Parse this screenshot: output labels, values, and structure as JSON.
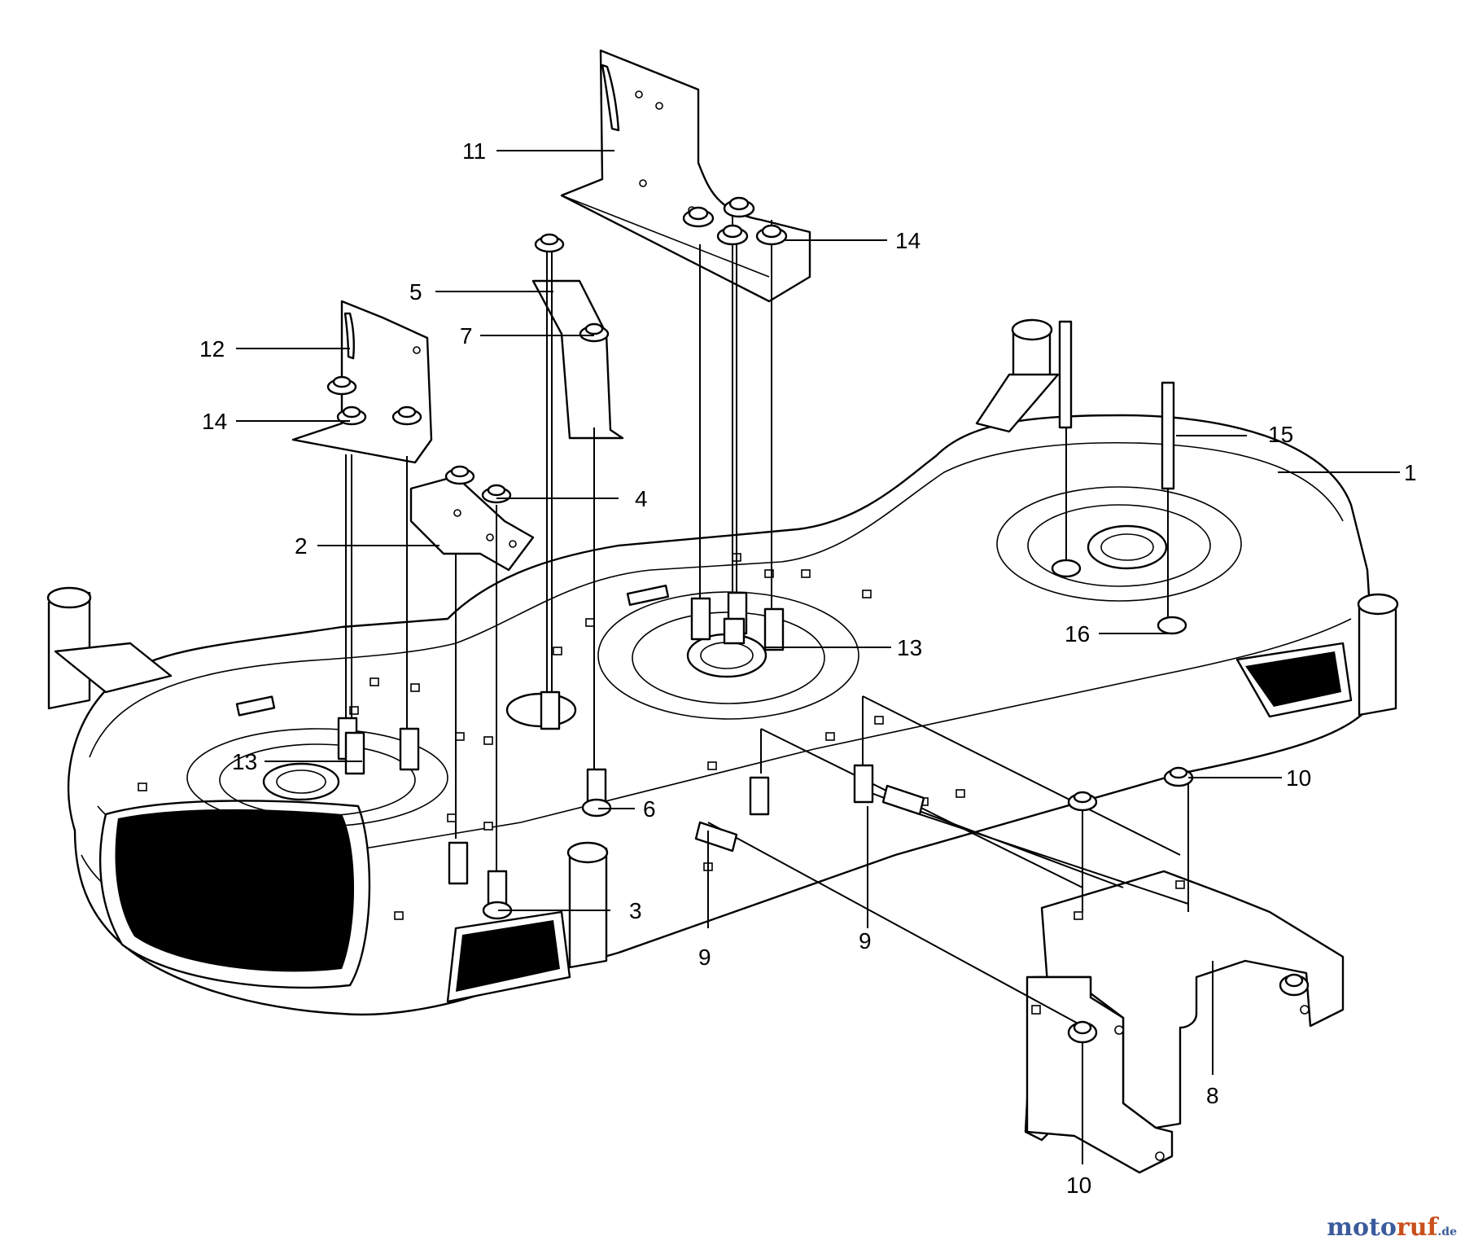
{
  "diagram": {
    "callouts": [
      {
        "id": "c11",
        "text": "11"
      },
      {
        "id": "c14a",
        "text": "14"
      },
      {
        "id": "c5",
        "text": "5"
      },
      {
        "id": "c7",
        "text": "7"
      },
      {
        "id": "c12",
        "text": "12"
      },
      {
        "id": "c14b",
        "text": "14"
      },
      {
        "id": "c15",
        "text": "15"
      },
      {
        "id": "c1",
        "text": "1"
      },
      {
        "id": "c4",
        "text": "4"
      },
      {
        "id": "c2",
        "text": "2"
      },
      {
        "id": "c16",
        "text": "16"
      },
      {
        "id": "c13a",
        "text": "13"
      },
      {
        "id": "c13b",
        "text": "13"
      },
      {
        "id": "c10a",
        "text": "10"
      },
      {
        "id": "c6",
        "text": "6"
      },
      {
        "id": "c3",
        "text": "3"
      },
      {
        "id": "c9a",
        "text": "9"
      },
      {
        "id": "c9b",
        "text": "9"
      },
      {
        "id": "c8",
        "text": "8"
      },
      {
        "id": "c10b",
        "text": "10"
      }
    ]
  },
  "watermark": {
    "brand_blue": "moto",
    "brand_red": "ruf",
    "tld": ".de",
    "colors": {
      "blue": "#3a5c9c",
      "red": "#c8501c"
    }
  }
}
